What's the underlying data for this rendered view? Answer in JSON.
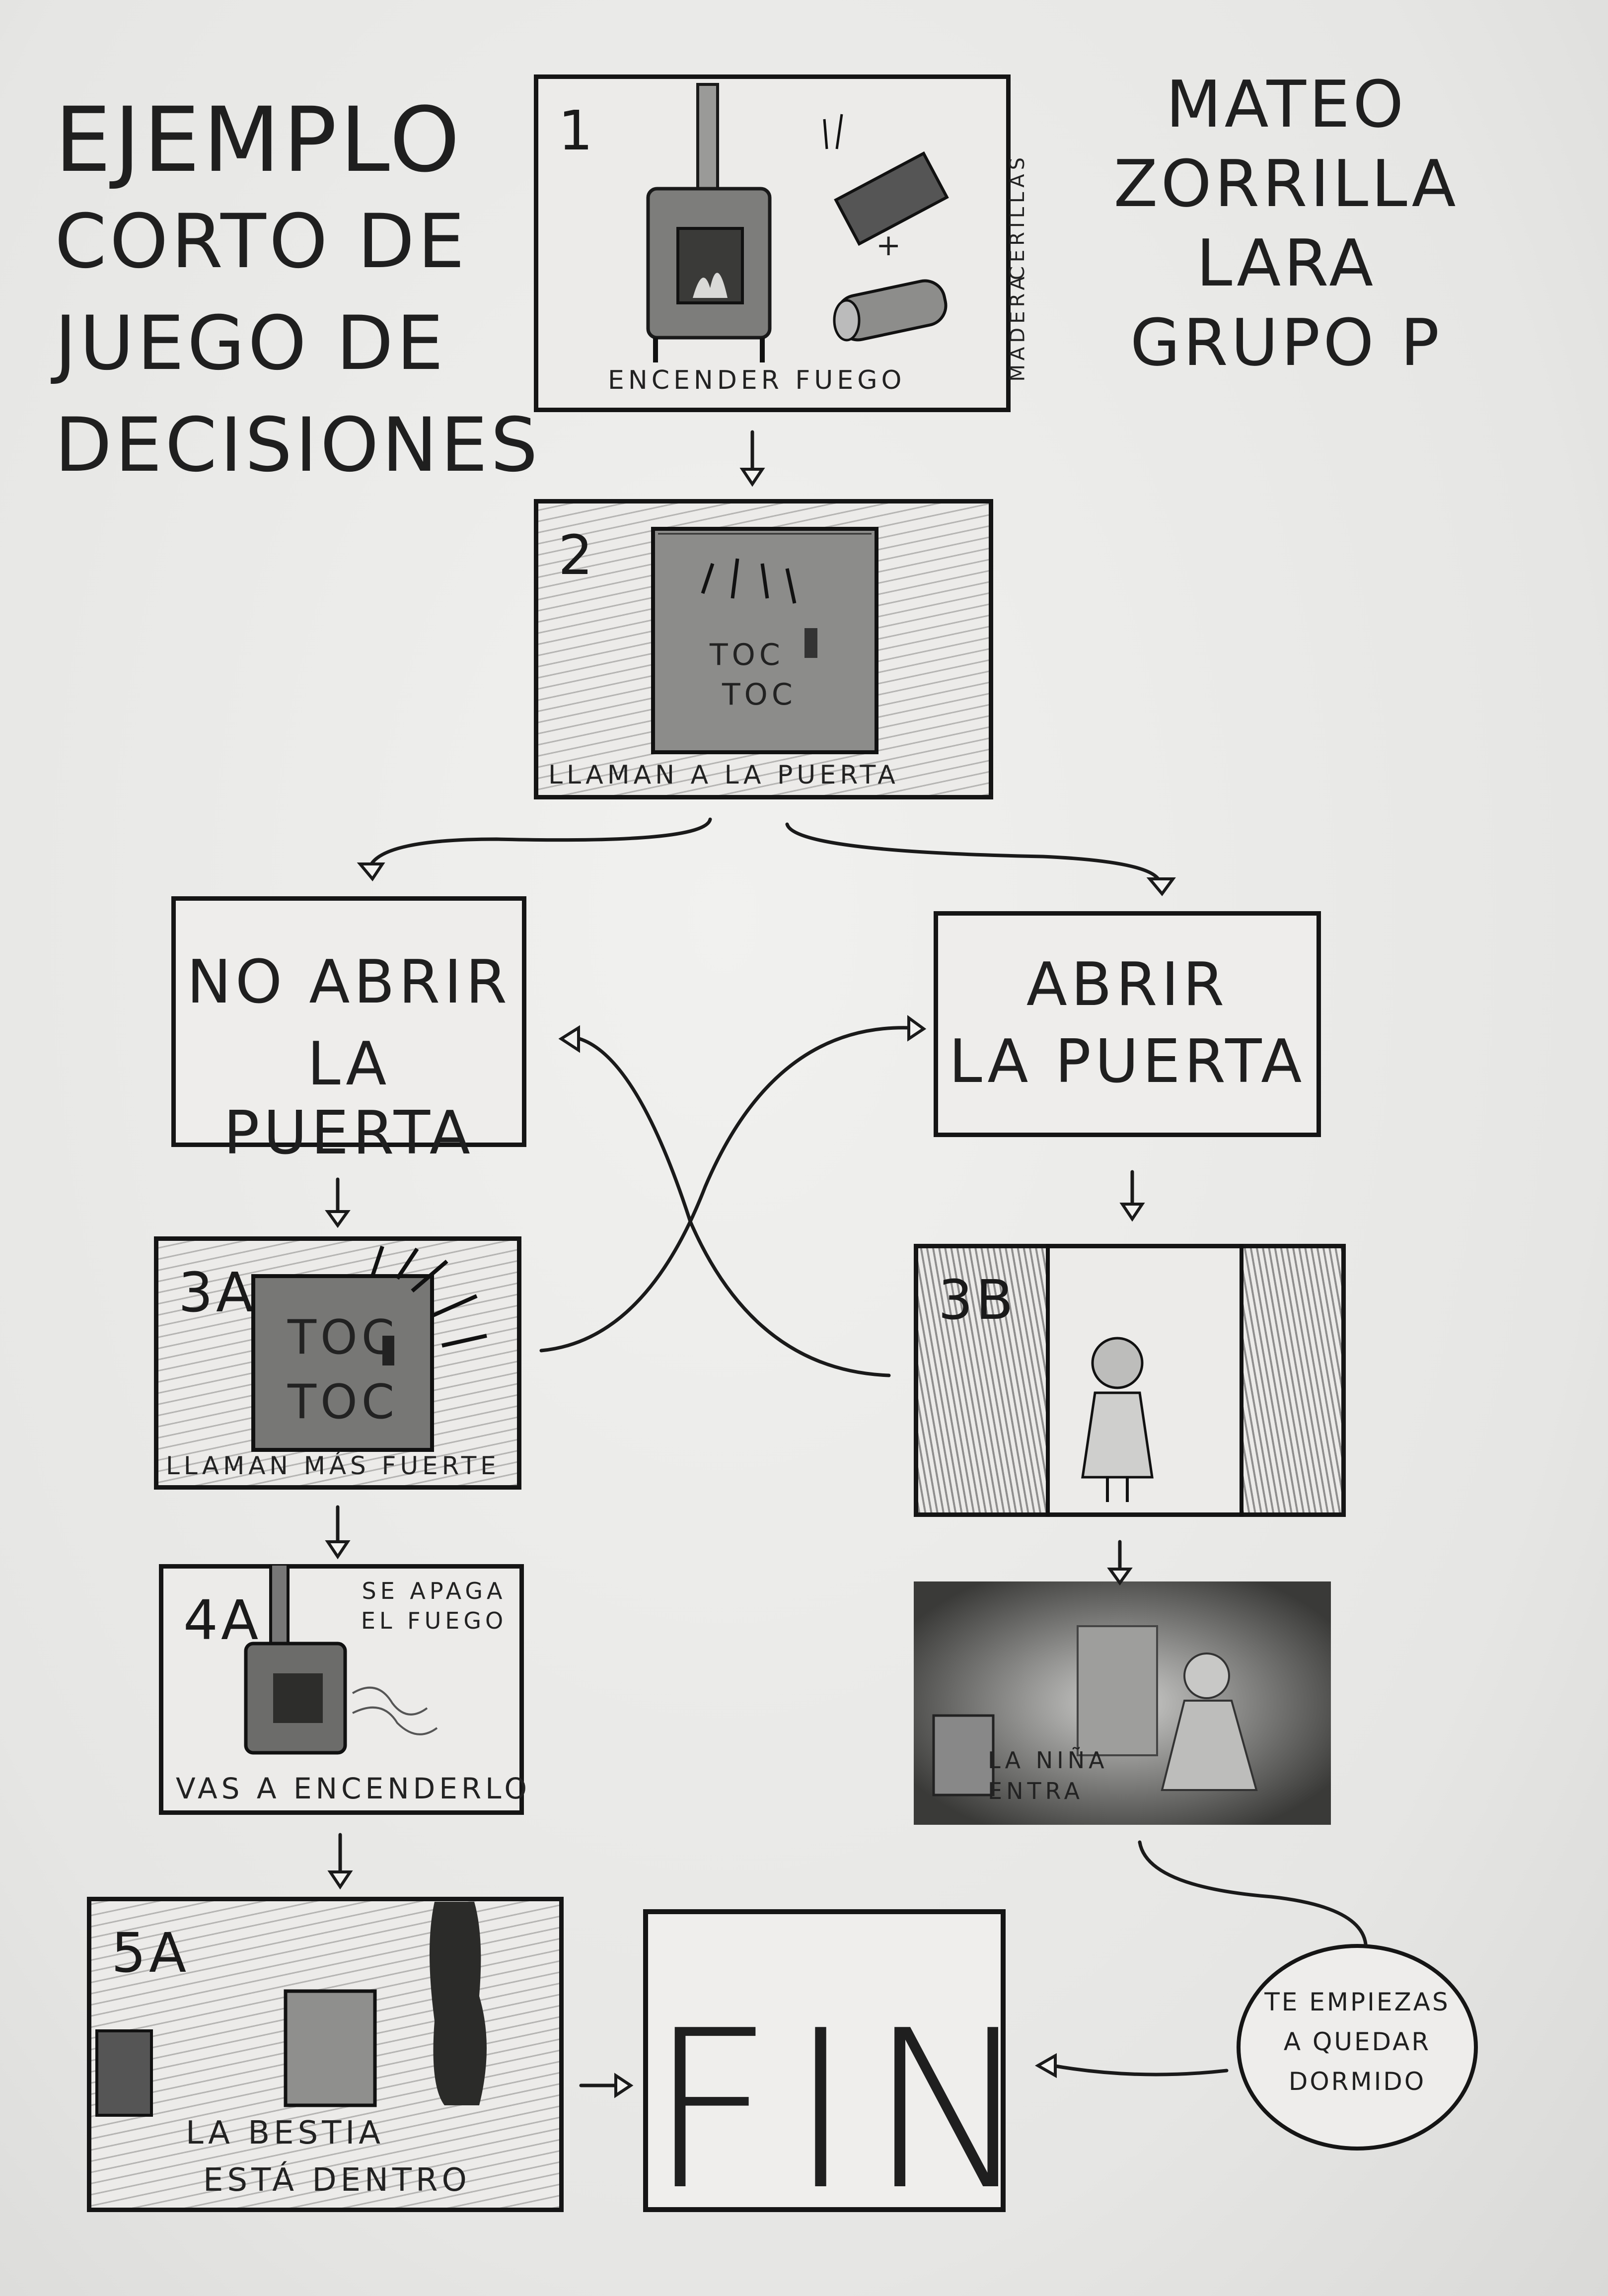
{
  "title": [
    "EJEMPLO",
    "CORTO DE",
    "JUEGO DE",
    "DECISIONES"
  ],
  "author": [
    "MATEO",
    "ZORRILLA",
    "LARA",
    "GRUPO P"
  ],
  "panels": {
    "p1": {
      "number": "1",
      "caption": "ENCENDER FUEGO",
      "label_matches": "CERILLAS",
      "label_plus": "+",
      "label_wood": "MADERA"
    },
    "p2": {
      "number": "2",
      "caption": "LLAMAN A LA PUERTA",
      "sound1": "TOC",
      "sound2": "TOC"
    },
    "p3a": {
      "number": "3A",
      "caption": "LLAMAN MÁS FUERTE",
      "sound1": "TOC",
      "sound2": "TOC"
    },
    "p3b": {
      "number": "3B"
    },
    "p4a": {
      "number": "4A",
      "caption_top": "SE APAGA EL FUEGO",
      "caption": "VAS A ENCENDERLO"
    },
    "p4b": {
      "caption": "LA NIÑA ENTRA"
    },
    "p5a": {
      "number": "5A",
      "caption_1": "LA BESTIA",
      "caption_2": "ESTÁ DENTRO"
    }
  },
  "choices": {
    "no_abrir": [
      "NO ABRIR",
      "LA PUERTA"
    ],
    "abrir": [
      "ABRIR",
      "LA PUERTA"
    ]
  },
  "fin": "FIN",
  "bubble": [
    "TE EMPIEZAS",
    "A QUEDAR",
    "DORMIDO"
  ]
}
